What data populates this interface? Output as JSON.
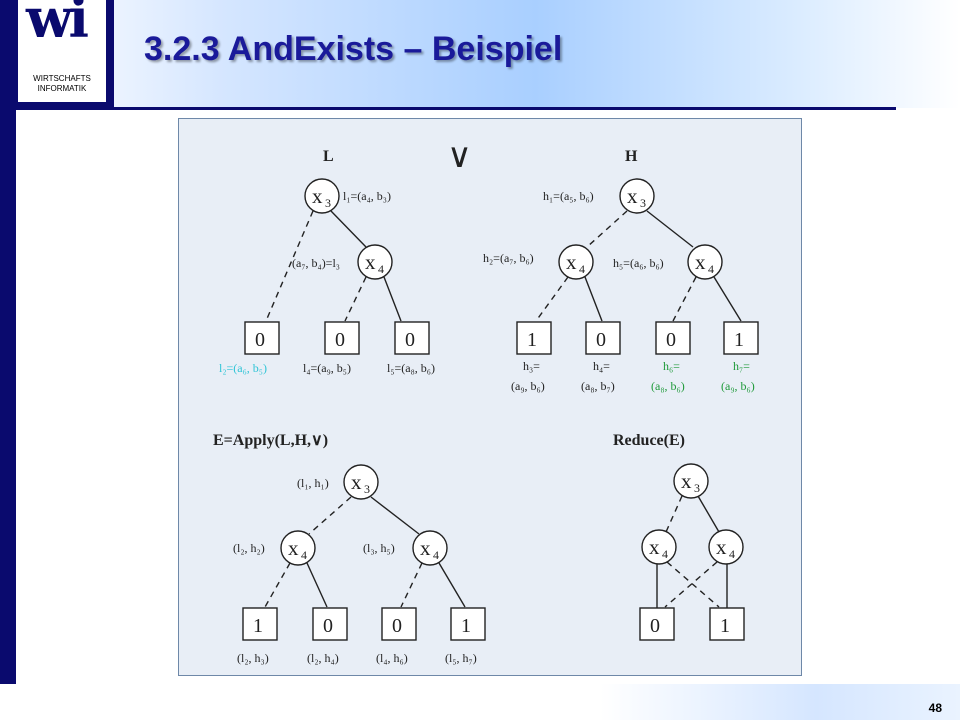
{
  "logo": {
    "glyph": "wi",
    "caption_line1": "WIRTSCHAFTS",
    "caption_line2": "INFORMATIK"
  },
  "slide": {
    "title": "3.2.3 AndExists – Beispiel",
    "page_number": "48"
  },
  "diagram": {
    "L": {
      "heading": "L",
      "root": {
        "var": "x",
        "sub": "3"
      },
      "child": {
        "var": "x",
        "sub": "4"
      },
      "root_label": "l₁=(a₄, b₃)",
      "child_label": "(a₇, b₄)=l₃",
      "leaves": [
        "0",
        "0",
        "0"
      ],
      "leaf_labels": [
        {
          "text": "l₂=(a₆, b₅)",
          "color": "#2ec4d6"
        },
        {
          "text": "l₄=(a₉, b₅)",
          "color": "#222222"
        },
        {
          "text": "l₅=(a₈, b₆)",
          "color": "#222222"
        }
      ]
    },
    "operator": "∨",
    "H": {
      "heading": "H",
      "root": {
        "var": "x",
        "sub": "3"
      },
      "children": [
        {
          "var": "x",
          "sub": "4"
        },
        {
          "var": "x",
          "sub": "4"
        }
      ],
      "root_label": "h₁=(a₅, b₆)",
      "child_labels": [
        "h₂=(a₇, b₆)",
        "h₅=(a₆, b₆)"
      ],
      "leaves": [
        "1",
        "0",
        "0",
        "1"
      ],
      "leaf_labels": [
        {
          "line1": "h₃=",
          "line2": "(a₉, b₆)",
          "color": "#222222"
        },
        {
          "line1": "h₄=",
          "line2": "(a₈, b₇)",
          "color": "#222222"
        },
        {
          "line1": "h₆=",
          "line2": "(a₈, b₆)",
          "color": "#1f9a3a"
        },
        {
          "line1": "h₇=",
          "line2": "(a₉, b₆)",
          "color": "#1f9a3a"
        }
      ]
    },
    "E": {
      "heading": "E=Apply(L,H,∨)",
      "root": {
        "var": "x",
        "sub": "3"
      },
      "children": [
        {
          "var": "x",
          "sub": "4"
        },
        {
          "var": "x",
          "sub": "4"
        }
      ],
      "root_label": "(l₁, h₁)",
      "child_labels": [
        "(l₂, h₂)",
        "(l₃, h₅)"
      ],
      "leaves": [
        "1",
        "0",
        "0",
        "1"
      ],
      "leaf_labels": [
        "(l₂, h₃)",
        "(l₂, h₄)",
        "(l₄, h₆)",
        "(l₅, h₇)"
      ]
    },
    "R": {
      "heading": "Reduce(E)",
      "root": {
        "var": "x",
        "sub": "3"
      },
      "children": [
        {
          "var": "x",
          "sub": "4"
        },
        {
          "var": "x",
          "sub": "4"
        }
      ],
      "leaves": [
        "0",
        "1"
      ]
    }
  }
}
